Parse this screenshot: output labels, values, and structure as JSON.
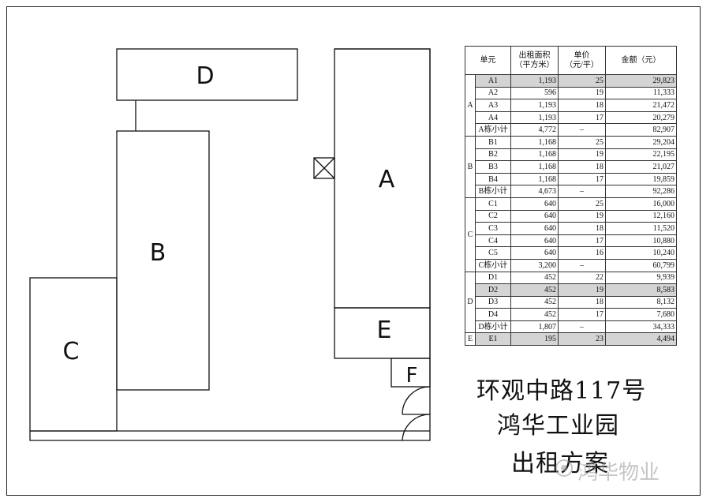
{
  "buildings": {
    "a": "A",
    "b": "B",
    "c": "C",
    "d": "D",
    "e": "E",
    "f": "F"
  },
  "table": {
    "headers": {
      "unit": "单元",
      "area_line1": "出租面积",
      "area_line2": "（平方米）",
      "price_line1": "单价",
      "price_line2": "（元/平）",
      "amount": "金额（元）"
    },
    "groups": [
      {
        "label": "A",
        "rows": [
          {
            "unit": "A1",
            "area": "1,193",
            "price": "25",
            "amount": "29,823",
            "highlight": true
          },
          {
            "unit": "A2",
            "area": "596",
            "price": "19",
            "amount": "11,333"
          },
          {
            "unit": "A3",
            "area": "1,193",
            "price": "18",
            "amount": "21,472"
          },
          {
            "unit": "A4",
            "area": "1,193",
            "price": "17",
            "amount": "20,279"
          },
          {
            "unit": "A栋小计",
            "area": "4,772",
            "price": "–",
            "amount": "82,907"
          }
        ]
      },
      {
        "label": "B",
        "rows": [
          {
            "unit": "B1",
            "area": "1,168",
            "price": "25",
            "amount": "29,204"
          },
          {
            "unit": "B2",
            "area": "1,168",
            "price": "19",
            "amount": "22,195"
          },
          {
            "unit": "B3",
            "area": "1,168",
            "price": "18",
            "amount": "21,027"
          },
          {
            "unit": "B4",
            "area": "1,168",
            "price": "17",
            "amount": "19,859"
          },
          {
            "unit": "B栋小计",
            "area": "4,673",
            "price": "–",
            "amount": "92,286"
          }
        ]
      },
      {
        "label": "C",
        "rows": [
          {
            "unit": "C1",
            "area": "640",
            "price": "25",
            "amount": "16,000"
          },
          {
            "unit": "C2",
            "area": "640",
            "price": "19",
            "amount": "12,160"
          },
          {
            "unit": "C3",
            "area": "640",
            "price": "18",
            "amount": "11,520"
          },
          {
            "unit": "C4",
            "area": "640",
            "price": "17",
            "amount": "10,880"
          },
          {
            "unit": "C5",
            "area": "640",
            "price": "16",
            "amount": "10,240"
          },
          {
            "unit": "C栋小计",
            "area": "3,200",
            "price": "–",
            "amount": "60,799"
          }
        ]
      },
      {
        "label": "D",
        "rows": [
          {
            "unit": "D1",
            "area": "452",
            "price": "22",
            "amount": "9,939"
          },
          {
            "unit": "D2",
            "area": "452",
            "price": "19",
            "amount": "8,583",
            "highlight": true
          },
          {
            "unit": "D3",
            "area": "452",
            "price": "18",
            "amount": "8,132"
          },
          {
            "unit": "D4",
            "area": "452",
            "price": "17",
            "amount": "7,680"
          },
          {
            "unit": "D栋小计",
            "area": "1,807",
            "price": "–",
            "amount": "34,333"
          }
        ]
      },
      {
        "label": "E",
        "rows": [
          {
            "unit": "E1",
            "area": "195",
            "price": "23",
            "amount": "4,494",
            "highlight": true
          }
        ]
      }
    ]
  },
  "title": {
    "line1": "环观中路117号",
    "line2": "鸿华工业园",
    "line3": "出租方案"
  },
  "watermark": "鸿华物业"
}
